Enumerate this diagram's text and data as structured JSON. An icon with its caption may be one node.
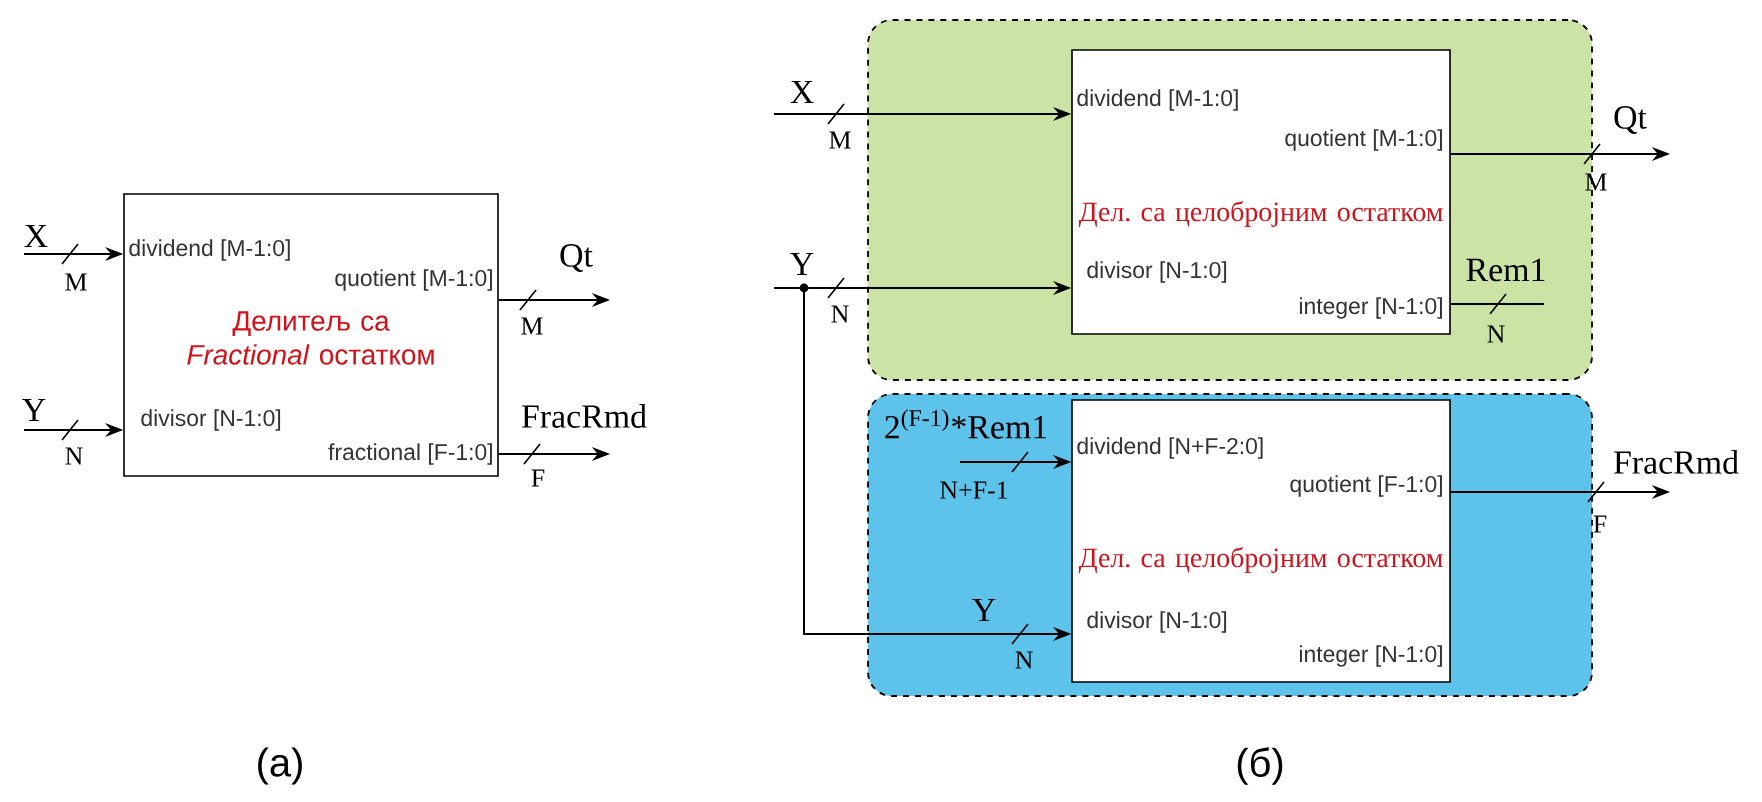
{
  "diagram": {
    "nodes": [
      {
        "text": [
          "dividend [M-1:0]",
          "quotient [M-1:0]",
          "Делитељ са *Fractional* остатком",
          "divisor [N-1:0]",
          "fractional [F-1:0]"
        ]
      },
      {
        "text": [],
        "shape": "box"
      },
      {
        "text": [
          "dividend [M-1:0]",
          "quotient [M-1:0]",
          "Дел. са целобројним остатком",
          "divisor [N-1:0]",
          "integer [N-1:0]"
        ],
        "in": 1
      },
      {
        "text": [],
        "shape": "box"
      },
      {
        "text": [
          "dividend [N+F-2:0]",
          "quotient [F-1:0]",
          "Дел. са целобројним остатком",
          "divisor [N-1:0]",
          "integer [N-1:0]"
        ],
        "in": 3
      }
    ],
    "edges": [
      {
        "from": null,
        "to": 0,
        "arrow": "to",
        "label": "X"
      },
      {
        "from": null,
        "to": 0,
        "arrow": "to",
        "label": "Y"
      },
      {
        "from": 0,
        "to": null,
        "arrow": "to",
        "label": "Qt"
      },
      {
        "from": 0,
        "to": null,
        "arrow": "to",
        "label": "FracRmd"
      },
      {
        "from": null,
        "to": 2,
        "arrow": "to",
        "label": "X"
      },
      {
        "from": null,
        "to": 2,
        "arrow": "to",
        "label": "Y"
      },
      {
        "from": null,
        "to": 4,
        "arrow": "to",
        "label": "Y"
      },
      {
        "from": 2,
        "to": null,
        "arrow": "to",
        "label": "Qt"
      },
      {
        "from": 2,
        "to": null,
        "arrow": "none",
        "label": "Rem1"
      },
      {
        "from": null,
        "to": 4,
        "arrow": "to",
        "label": "2$^{(F-1)}$*Rem1"
      },
      {
        "from": 4,
        "to": null,
        "arrow": "to",
        "label": "FracRmd"
      }
    ],
    "labels": [
      "M",
      "N",
      "M",
      "F",
      "M",
      "N",
      "N",
      "M",
      "N",
      "N+F-1",
      "F",
      "(а)",
      "(б)"
    ]
  }
}
